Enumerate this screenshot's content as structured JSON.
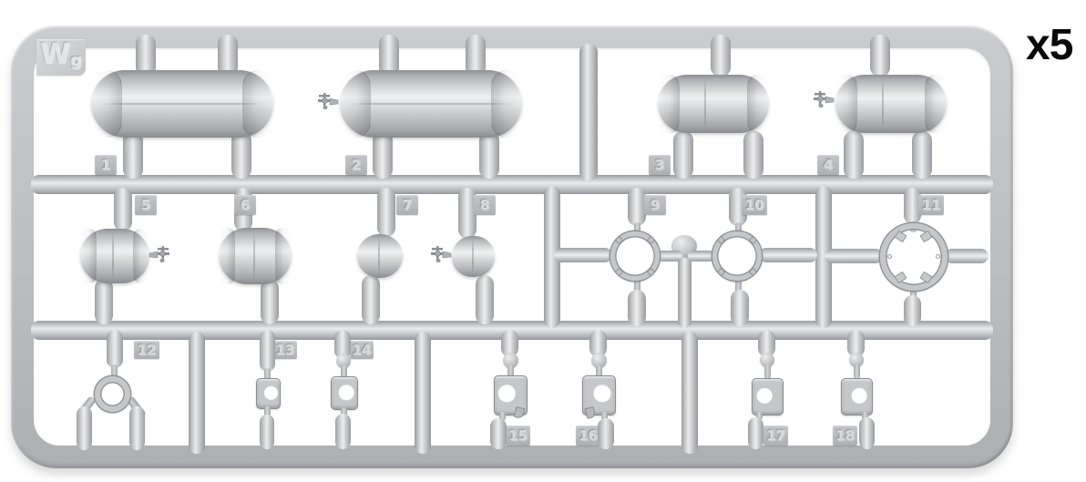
{
  "page": {
    "quantity_label": "x5",
    "background_color": "#ffffff"
  },
  "sprue": {
    "code_main": "W",
    "code_sub": "g",
    "material_color": "#c6c7ca",
    "highlight_color": "#eceded",
    "shadow_color": "#8f9094",
    "tag_color": "#b4b5b8",
    "tag_text_color": "#d7d8da",
    "quantity_text_color": "#0a0a0a"
  },
  "parts": [
    {
      "number": "1",
      "kind": "large-cylinder-tank"
    },
    {
      "number": "2",
      "kind": "large-cylinder-tank-with-valve"
    },
    {
      "number": "3",
      "kind": "medium-cylinder-tank"
    },
    {
      "number": "4",
      "kind": "medium-cylinder-tank-with-valve"
    },
    {
      "number": "5",
      "kind": "small-tank-with-valve"
    },
    {
      "number": "6",
      "kind": "small-tank"
    },
    {
      "number": "7",
      "kind": "mini-tank"
    },
    {
      "number": "8",
      "kind": "mini-tank-with-valve"
    },
    {
      "number": "9",
      "kind": "mounting-ring"
    },
    {
      "number": "10",
      "kind": "mounting-ring"
    },
    {
      "number": "11",
      "kind": "large-mounting-ring"
    },
    {
      "number": "12",
      "kind": "ring-bracket"
    },
    {
      "number": "13",
      "kind": "small-pipe-clamp"
    },
    {
      "number": "14",
      "kind": "small-pipe-clamp"
    },
    {
      "number": "15",
      "kind": "bracket-clamp"
    },
    {
      "number": "16",
      "kind": "bracket-clamp"
    },
    {
      "number": "17",
      "kind": "bracket-clamp"
    },
    {
      "number": "18",
      "kind": "bracket-clamp"
    }
  ]
}
